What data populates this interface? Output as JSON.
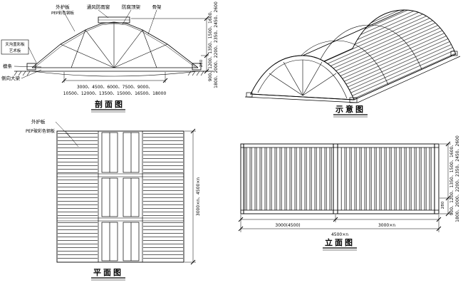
{
  "doc": {
    "background": "#ffffff",
    "line_color": "#000000"
  },
  "titles": {
    "section": "剖面图",
    "schematic": "示意图",
    "plan": "平面图",
    "elevation": "立面图"
  },
  "section": {
    "callout_outer_panel": "外护板",
    "callout_outer_panel_sub": "PEP彩色钢板",
    "callout_vent": "通风防雨窗",
    "callout_roof_frame": "防腐顶架",
    "callout_skeleton": "骨架",
    "label_gutter_1": "天沟盖彩板",
    "label_gutter_2": "艺术板",
    "label_purlin": "檩条",
    "label_side_beam": "侧向大梁",
    "dim_heights_1": "900、1200、1350、1500、1600、",
    "dim_heights_2": "1800、2000、2200、2350、2450、2600",
    "dim_side": "280",
    "dim_spans_1": "3000、4500、6000、7500、9000、",
    "dim_spans_2": "10500、12000、13500、15000、16500、18000"
  },
  "plan": {
    "label_outer_panel": "外护板",
    "label_panel_type": "PEP玻彩色钢板",
    "dim_width": "3000×n、4500×n"
  },
  "elevation": {
    "dim_bay_left": "3000(4500)",
    "dim_bay_right": "3000×n",
    "dim_total": "4500×n",
    "dim_heights_1": "900、1200、1350、1500、1600、",
    "dim_heights_2": "1800、2000、2200、2350、2450、2600",
    "dim_side": "280"
  }
}
